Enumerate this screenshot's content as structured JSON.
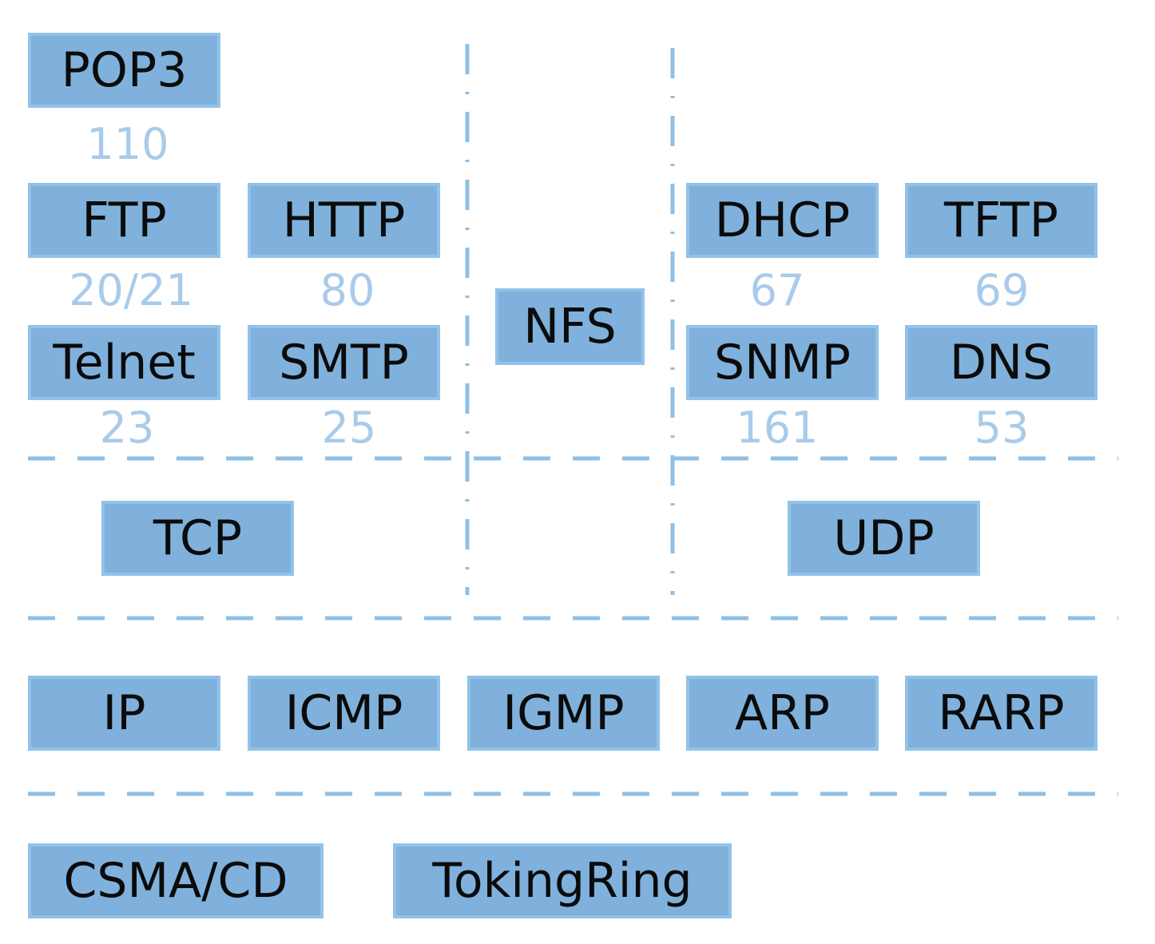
{
  "application_layer": {
    "pop3": {
      "label": "POP3",
      "port": "110"
    },
    "ftp": {
      "label": "FTP",
      "port": "20/21"
    },
    "http": {
      "label": "HTTP",
      "port": "80"
    },
    "telnet": {
      "label": "Telnet",
      "port": "23"
    },
    "smtp": {
      "label": "SMTP",
      "port": "25"
    },
    "nfs": {
      "label": "NFS"
    },
    "dhcp": {
      "label": "DHCP",
      "port": "67"
    },
    "tftp": {
      "label": "TFTP",
      "port": "69"
    },
    "snmp": {
      "label": "SNMP",
      "port": "161"
    },
    "dns": {
      "label": "DNS",
      "port": "53"
    }
  },
  "transport_layer": {
    "tcp": {
      "label": "TCP"
    },
    "udp": {
      "label": "UDP"
    }
  },
  "network_layer": {
    "ip": {
      "label": "IP"
    },
    "icmp": {
      "label": "ICMP"
    },
    "igmp": {
      "label": "IGMP"
    },
    "arp": {
      "label": "ARP"
    },
    "rarp": {
      "label": "RARP"
    }
  },
  "link_layer": {
    "csma_cd": {
      "label": "CSMA/CD"
    },
    "token_ring": {
      "label": "TokingRing"
    }
  },
  "colors": {
    "box_fill": "#7fb1dc",
    "box_border": "#93c2e8",
    "port_text": "#a9cbea",
    "divider": "#8fc0e6"
  }
}
